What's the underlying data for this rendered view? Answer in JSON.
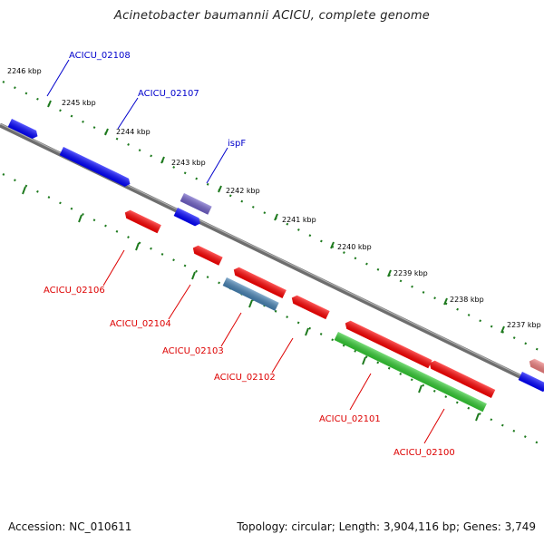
{
  "title": "Acinetobacter baumannii ACICU, complete genome",
  "footer": {
    "accession": "Accession: NC_010611",
    "summary": "Topology: circular; Length: 3,904,116 bp; Genes: 3,749"
  },
  "colors": {
    "forward_cds": "#0000ff",
    "reverse_cds": "#ff0000",
    "forward_alt": "#7060c8",
    "reverse_alt_blue": "#4682b4",
    "reverse_alt_green": "#33cc33",
    "reverse_alt_pink": "#f08080",
    "backbone": "#808080",
    "ticks": "#1e7a1e",
    "label_forward": "#0000cc",
    "label_reverse": "#dd0000"
  },
  "ticks": [
    {
      "label": "2246 kbp"
    },
    {
      "label": "2245 kbp"
    },
    {
      "label": "2244 kbp"
    },
    {
      "label": "2243 kbp"
    },
    {
      "label": "2242 kbp"
    },
    {
      "label": "2241 kbp"
    },
    {
      "label": "2240 kbp"
    },
    {
      "label": "2239 kbp"
    },
    {
      "label": "2238 kbp"
    },
    {
      "label": "2237 kbp"
    }
  ],
  "genes": [
    {
      "name": "ACICU_02108",
      "strand": "+"
    },
    {
      "name": "ACICU_02107",
      "strand": "+"
    },
    {
      "name": "ispF",
      "strand": "+"
    },
    {
      "name": "ACICU_02106",
      "strand": "-"
    },
    {
      "name": "ACICU_02104",
      "strand": "-"
    },
    {
      "name": "ACICU_02103",
      "strand": "-"
    },
    {
      "name": "ACICU_02102",
      "strand": "-"
    },
    {
      "name": "ACICU_02101",
      "strand": "-"
    },
    {
      "name": "ACICU_02100",
      "strand": "-"
    }
  ]
}
